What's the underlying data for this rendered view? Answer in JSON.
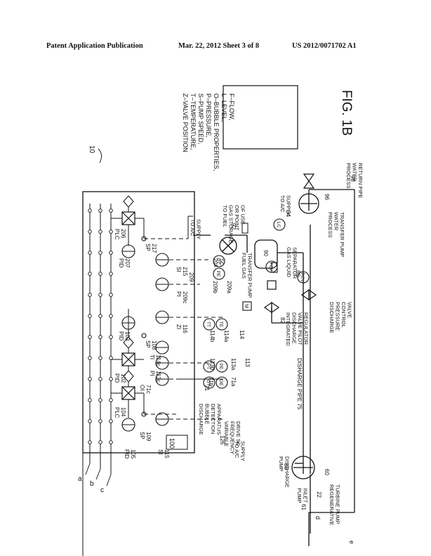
{
  "header": {
    "left": "Patent Application Publication",
    "middle": "Mar. 22, 2012  Sheet 3 of 8",
    "right": "US 2012/0071702 A1"
  },
  "figure": {
    "label": "FIG. 1B",
    "ref_main": "10",
    "legend_lines": [
      "F–FLOW,",
      "L–LEVEL,",
      "O–BUBBLE PROPERTIES,",
      "P–PRESSURE,",
      "S–PUMP SPEED,",
      "T–TEMPERATURE,",
      "Z–VALVE POSITION"
    ]
  },
  "labels": {
    "controller": "100",
    "line_a": "a",
    "line_b": "b",
    "line_c": "c",
    "line_d": "d",
    "line_e": "e",
    "pid105": [
      "PID",
      "105"
    ],
    "si115": [
      "SI",
      "115"
    ],
    "sp109": [
      "SP",
      "109"
    ],
    "plc104": [
      "PLC",
      "104"
    ],
    "oi71c": [
      "OI",
      "71c"
    ],
    "pid_top": [
      "PID",
      "102"
    ],
    "pi113c": [
      "PI",
      "113c"
    ],
    "ti114c": [
      "TI",
      "114c"
    ],
    "sp108": [
      "SP",
      "108"
    ],
    "pid103": [
      "PID",
      "103"
    ],
    "zi116": [
      "ZI",
      "116"
    ],
    "pi209c": [
      "PI",
      "209c"
    ],
    "si215": [
      "SI",
      "215"
    ],
    "pid207": [
      "PID",
      "207"
    ],
    "sp217": [
      "SP",
      "217"
    ],
    "plc206": [
      "PLC",
      "206"
    ],
    "to_ac_supply": [
      "TO A/C",
      "SUPPLY"
    ],
    "fuel_gas_storage": [
      "TO FUEL",
      "GAS STORAGE",
      "OR POINT",
      "OF USE"
    ],
    "ref92": "92",
    "fuel_gas_pump": [
      "FUEL GAS",
      "TRANSFER PUMP"
    ],
    "ref208sc": [
      "208",
      "SC"
    ],
    "ref209": "209",
    "ref209b": "209b",
    "ref209a": "209a",
    "to_ac_supply_94": [
      "TO A/C",
      "SUPPLY"
    ],
    "ref94": "94",
    "ref90": "90",
    "separator": [
      "GAS LIQUID",
      "SEPARATOR"
    ],
    "ref80": "80",
    "pressure_valve": [
      "DISCHARGE",
      "PRESSURE",
      "CONTROL",
      "VALVE"
    ],
    "process_pump": [
      "PROCESS",
      "WATER",
      "TRANSFER PUMP"
    ],
    "ref96": "96",
    "return_pipe": [
      "PROCESS",
      "WATER",
      "RETURN PIPE"
    ],
    "ref98": "98",
    "discharge_valve": [
      "INTEGRATED",
      "DISCHARGE",
      "VALVE PILOT",
      "REGULATOR"
    ],
    "ref82": "82",
    "ref114b": "114b",
    "ref114a": "114a",
    "ref114": "114",
    "ref113b": "113b",
    "ref113a": "113a",
    "ref113": "113",
    "disharge_pipe": "DISHARGE PIPE 75",
    "ref71b": "71b",
    "ref71a": "71a",
    "bubble_detection": [
      "DISCHARGE",
      "BUBBLE",
      "DETECTION",
      "APPARATUS"
    ],
    "ref71": "71",
    "vfd": [
      "VARIABLE",
      "FREQUENCY",
      "DRIVE SC"
    ],
    "ref126": "126",
    "to_ac_supply_bl": [
      "TO A/C",
      "SUPPLY"
    ],
    "pump_discharge": [
      "PUMP",
      "DISCHARGE"
    ],
    "ref66": "66",
    "pump_inlet": [
      "PUMP",
      "INLET"
    ],
    "ref61": "61",
    "ref22": "22",
    "regen_pump": [
      "REGENERATIVE",
      "TURBINE PUMP"
    ],
    "ref60": "60",
    "inst_fcv": "FCV",
    "inst_pcv": "PCV",
    "inst_lc": "LC",
    "inst_ft": "FT",
    "inst_pt": "PT",
    "inst_pe": "PE",
    "inst_tt": "TT",
    "inst_te": "TE",
    "inst_ot": "OT",
    "inst_oe": "OE",
    "inst_m": "M"
  }
}
